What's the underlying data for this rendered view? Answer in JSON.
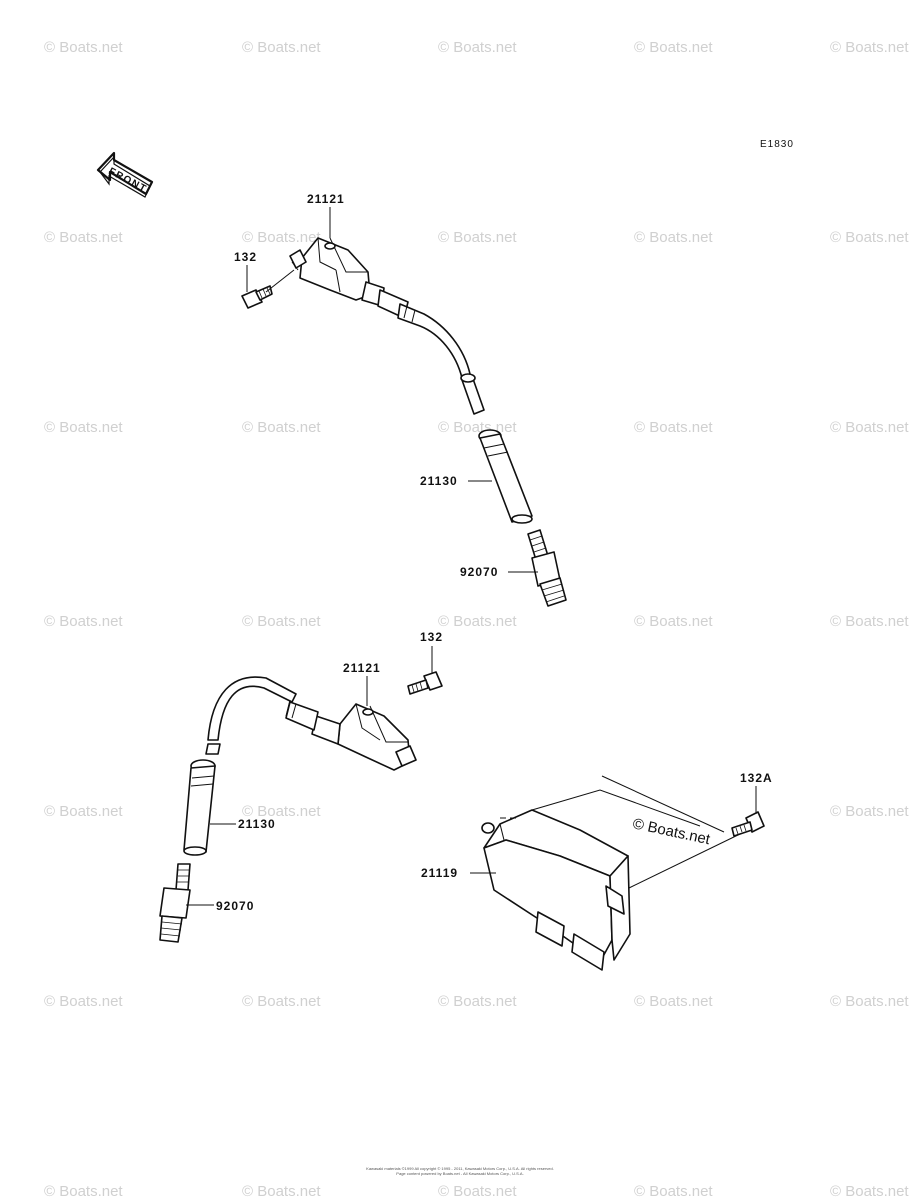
{
  "diagram_code": "E1830",
  "front_label": "FRONT",
  "watermark": "© Boats.net",
  "parts": {
    "coil_upper": "21121",
    "bolt_upper": "132",
    "cap_upper": "21130",
    "plug_upper": "92070",
    "coil_lower": "21121",
    "bolt_lower": "132",
    "cap_lower": "21130",
    "plug_lower": "92070",
    "igniter_bolt": "132A",
    "igniter": "21119"
  },
  "footer": {
    "line1": "Kawasaki materials ©1999 All copyright © 1995 - 2011, Kawasaki Motors Corp., U.S.A. All rights reserved.",
    "line2": "Page content powered by Boats.net - All Kawasaki Motors Corp., U.S.A."
  }
}
